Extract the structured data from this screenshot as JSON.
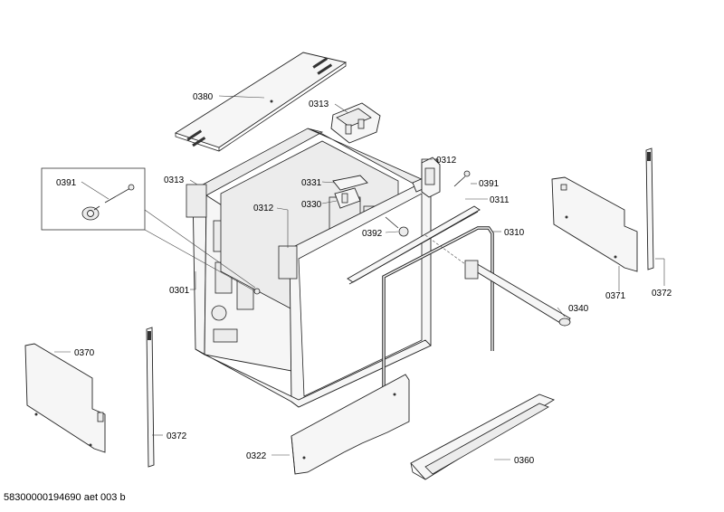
{
  "callouts": {
    "c0380": "0380",
    "c0313a": "0313",
    "c0313b": "0313",
    "c0312a": "0312",
    "c0312b": "0312",
    "c0331": "0331",
    "c0330": "0330",
    "c0391a": "0391",
    "c0391b": "0391",
    "c0392": "0392",
    "c0311": "0311",
    "c0310": "0310",
    "c0301": "0301",
    "c0340": "0340",
    "c0371": "0371",
    "c0372a": "0372",
    "c0372b": "0372",
    "c0370": "0370",
    "c0322": "0322",
    "c0360": "0360"
  },
  "footer": "58300000194690 aet 003 b"
}
